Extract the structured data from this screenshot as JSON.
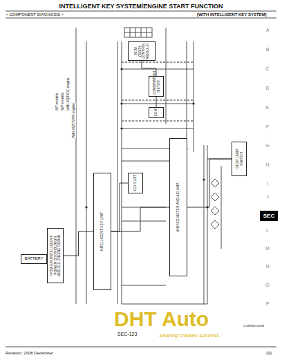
{
  "diagram": {
    "title": "INTELLIGENT KEY SYSTEM/ENGINE START FUNCTION",
    "nodes": [
      {
        "text": [
          "BATTERY"
        ]
      },
      {
        "text": [
          "IPDM E/R (INTELLIGENT POWER DISTRIBUTION MODULE ENGINE ROOM)"
        ]
      },
      {
        "text": [
          "INTELLIGENT KEY UNIT"
        ]
      },
      {
        "text": [
          "BCM (BODY CONTROL MODULE)"
        ]
      },
      {
        "text": [
          "COMBINATION METER"
        ]
      },
      {
        "text": [
          "ECM"
        ]
      },
      {
        "text": [
          "KEY SLOT"
        ]
      },
      {
        "text": [
          "UNIFIED METER AND A/C AMP."
        ]
      },
      {
        "text": [
          "STOP LAMP SWITCH"
        ]
      }
    ],
    "edges": [
      {
        "from": 0,
        "to": 1,
        "arrow": "none"
      },
      {
        "from": 1,
        "to": 2,
        "arrow": "none"
      },
      {
        "from": 2,
        "to": 6,
        "arrow": "none"
      },
      {
        "from": 2,
        "to": 7,
        "arrow": "none"
      },
      {
        "from": 3,
        "to": 4,
        "arrow": "none"
      },
      {
        "from": 4,
        "to": 5,
        "arrow": "none"
      },
      {
        "from": 7,
        "to": 8,
        "arrow": "none"
      }
    ],
    "labels": [
      "< COMPONENT DIAGNOSIS >",
      "[WITH INTELLIGENT KEY SYSTEM]",
      "A",
      "B",
      "C",
      "D",
      "E",
      "F",
      "G",
      "H",
      "I",
      "J",
      "SEC",
      "L",
      "M",
      "N",
      "O",
      "P",
      "A/T models",
      "M/T models",
      "With VQ35DE engine",
      "With VQ37VHR engine",
      "SEC-123",
      "Revision: 2008 December",
      "J32",
      "JCMWM0130GB",
      "DHT Auto",
      "Sharing creates success"
    ]
  }
}
